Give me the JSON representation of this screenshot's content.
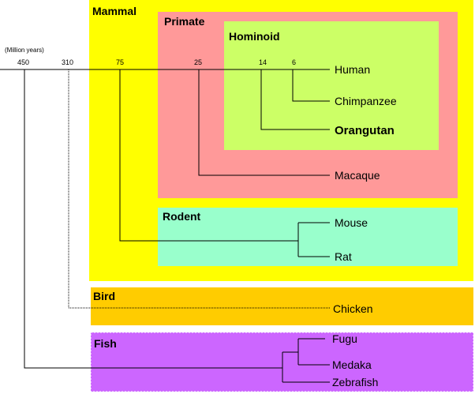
{
  "groups": {
    "mammal": {
      "label": "Mammal",
      "color": "#ffff00"
    },
    "primate": {
      "label": "Primate",
      "color": "#ff9999"
    },
    "hominoid": {
      "label": "Hominoid",
      "color": "#ccff66"
    },
    "rodent": {
      "label": "Rodent",
      "color": "#99ffcc"
    },
    "bird": {
      "label": "Bird",
      "color": "#ffcc00"
    },
    "fish": {
      "label": "Fish",
      "color": "#cc66ff"
    }
  },
  "timeline": {
    "unit": "(Million years)",
    "ticks": [
      "450",
      "310",
      "75",
      "25",
      "14",
      "6"
    ]
  },
  "species": {
    "human": "Human",
    "chimpanzee": "Chimpanzee",
    "orangutan": "Orangutan",
    "macaque": "Macaque",
    "mouse": "Mouse",
    "rat": "Rat",
    "chicken": "Chicken",
    "fugu": "Fugu",
    "medaka": "Medaka",
    "zebrafish": "Zebrafish"
  }
}
